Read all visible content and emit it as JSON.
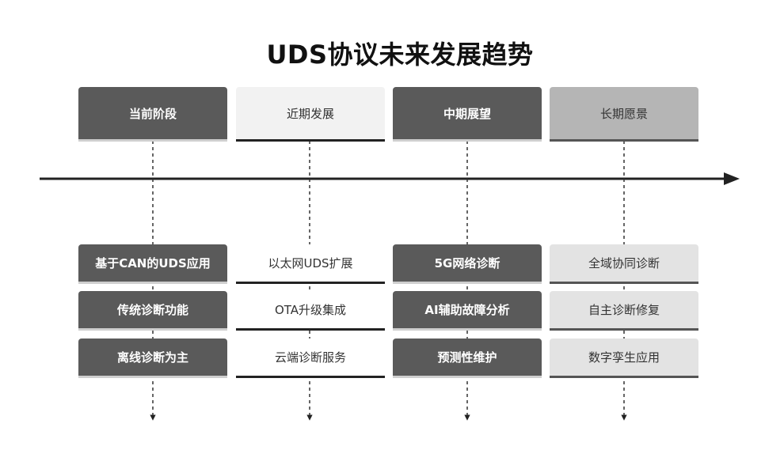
{
  "title": "UDS协议未来发展趋势",
  "phases": [
    {
      "label": "当前阶段",
      "items": [
        "基于CAN的UDS应用",
        "传统诊断功能",
        "离线诊断为主"
      ]
    },
    {
      "label": "近期发展",
      "items": [
        "以太网UDS扩展",
        "OTA升级集成",
        "云端诊断服务"
      ]
    },
    {
      "label": "中期展望",
      "items": [
        "5G网络诊断",
        "AI辅助故障分析",
        "预测性维护"
      ]
    },
    {
      "label": "长期愿景",
      "items": [
        "全域协同诊断",
        "自主诊断修复",
        "数字孪生应用"
      ]
    }
  ],
  "colors": {
    "timeline": "#222222",
    "dark_box": "#5a5a5a",
    "light_box": "#f2f2f2",
    "mid_box": "#b5b5b5",
    "pale_box": "#e3e3e3"
  }
}
